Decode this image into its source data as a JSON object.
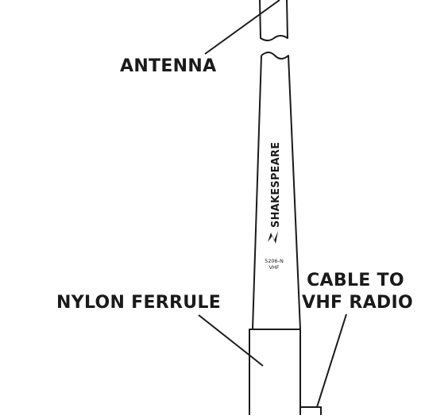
{
  "labels": {
    "antenna": "ANTENNA",
    "nylon_ferrule": "NYLON FERRULE",
    "cable_line1": "CABLE TO",
    "cable_line2": "VHF RADIO"
  },
  "antenna_markings": {
    "brand": "SHAKESPEARE",
    "model": "5206-N",
    "band": "VHF"
  },
  "colors": {
    "ink": "#1a1a1a",
    "background": "#ffffff"
  }
}
